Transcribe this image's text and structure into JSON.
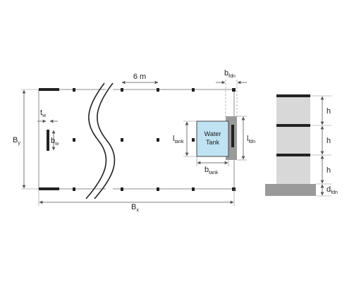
{
  "colors": {
    "line": "#8c8c8c",
    "dim": "#555555",
    "column": "#222222",
    "wall": "#222222",
    "tank_fill": "#bfe3f2",
    "tank_stroke": "#444444",
    "foundation": "#9a9a9a",
    "storey_fill": "#d8d8d8"
  },
  "plan": {
    "span_label": "6 m",
    "by": {
      "main": "B",
      "sub": "y"
    },
    "bx": {
      "main": "B",
      "sub": "x"
    },
    "tw": {
      "main": "t",
      "sub": "w"
    },
    "bw": {
      "main": "b",
      "sub": "w"
    },
    "bfdn": {
      "main": "b",
      "sub": "fdn"
    },
    "ltank": {
      "main": "l",
      "sub": "tank"
    },
    "lfdn": {
      "main": "l",
      "sub": "fdn"
    },
    "btank": {
      "main": "b",
      "sub": "tank"
    },
    "tank_line1": "Water",
    "tank_line2": "Tank"
  },
  "elevation": {
    "h1": "h",
    "h2": "h",
    "h3": "h",
    "dfdn": {
      "main": "d",
      "sub": "fdn"
    }
  }
}
